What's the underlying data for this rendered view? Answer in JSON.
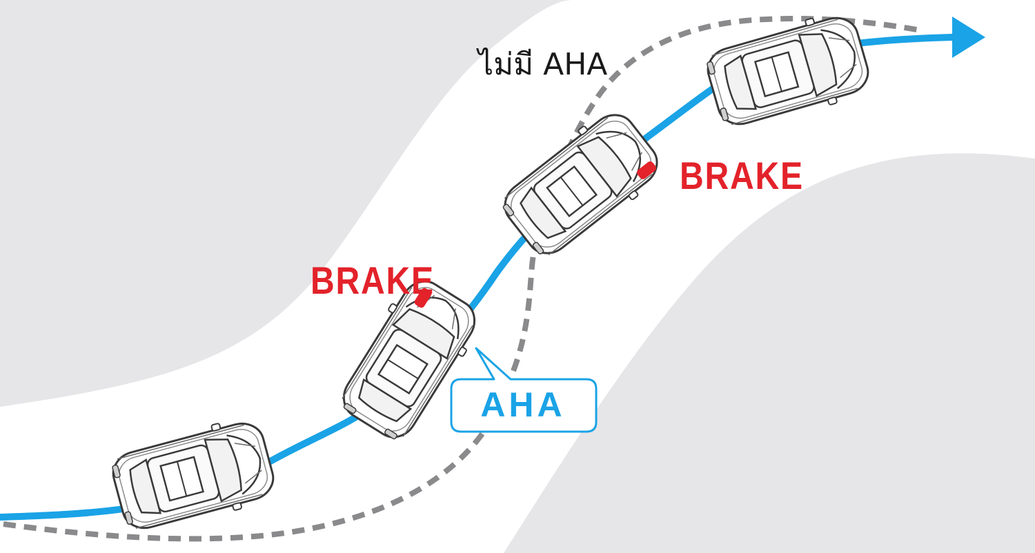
{
  "labels": {
    "without_aha": "ไม่มี AHA",
    "brake_upper": "BRAKE",
    "brake_lower": "BRAKE",
    "aha_callout": "AHA"
  },
  "colors": {
    "background_gray": "#e6e6e8",
    "road_white": "#ffffff",
    "path_with_aha": "#1aa3e6",
    "path_without_aha": "#8a8a8c",
    "brake_red": "#e3222a",
    "car_outline": "#3a3a3a"
  },
  "icons": [
    "car-icon",
    "arrow-right-icon"
  ]
}
